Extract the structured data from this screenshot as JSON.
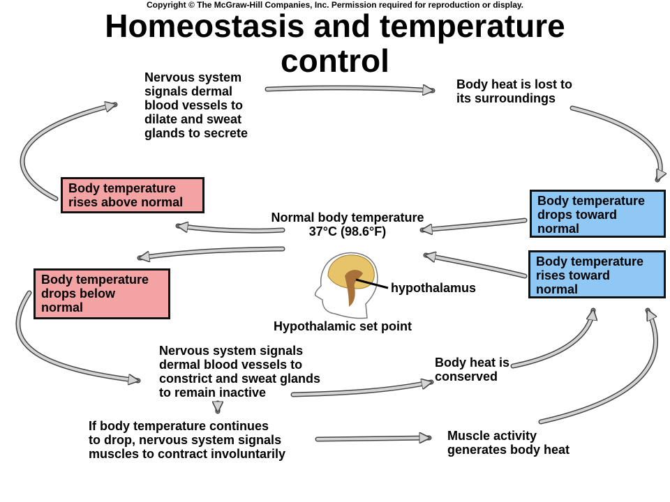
{
  "copyright": "Copyright © The McGraw-Hill Companies, Inc. Permission required for reproduction or display.",
  "title": [
    "Homeostasis and temperature",
    "control"
  ],
  "nodes": {
    "nervous_dilate": [
      "Nervous system",
      "signals dermal",
      "blood vessels to",
      "dilate and sweat",
      "glands to secrete"
    ],
    "heat_lost": [
      "Body heat is lost to",
      "its surroundings"
    ],
    "rises_above": [
      "Body temperature",
      "rises above normal"
    ],
    "drops_toward": [
      "Body temperature",
      "drops toward",
      "normal"
    ],
    "normal_temp": [
      "Normal body temperature",
      "37°C (98.6°F)"
    ],
    "drops_below": [
      "Body temperature",
      "drops below",
      "normal"
    ],
    "rises_toward": [
      "Body temperature",
      "rises toward",
      "normal"
    ],
    "hypothalamus": "hypothalamus",
    "set_point": "Hypothalamic set point",
    "nervous_constrict": [
      "Nervous system signals",
      "dermal blood vessels to",
      "constrict and sweat glands",
      "to remain inactive"
    ],
    "heat_conserved": [
      "Body heat is",
      "conserved"
    ],
    "continues_drop": [
      "If body temperature continues",
      "to drop, nervous system signals",
      "muscles to contract involuntarily"
    ],
    "muscle_activity": [
      "Muscle activity",
      "generates body heat"
    ]
  },
  "colors": {
    "warm_box": "#f3a3a3",
    "cool_box": "#8fc8f5",
    "arrow_fill": "#cfcfcf",
    "arrow_stroke": "#444444",
    "brain": "#e7c46a",
    "hypothalamus": "#a9713a"
  },
  "icons": {
    "head": "human-head-profile-with-brain-icon"
  }
}
